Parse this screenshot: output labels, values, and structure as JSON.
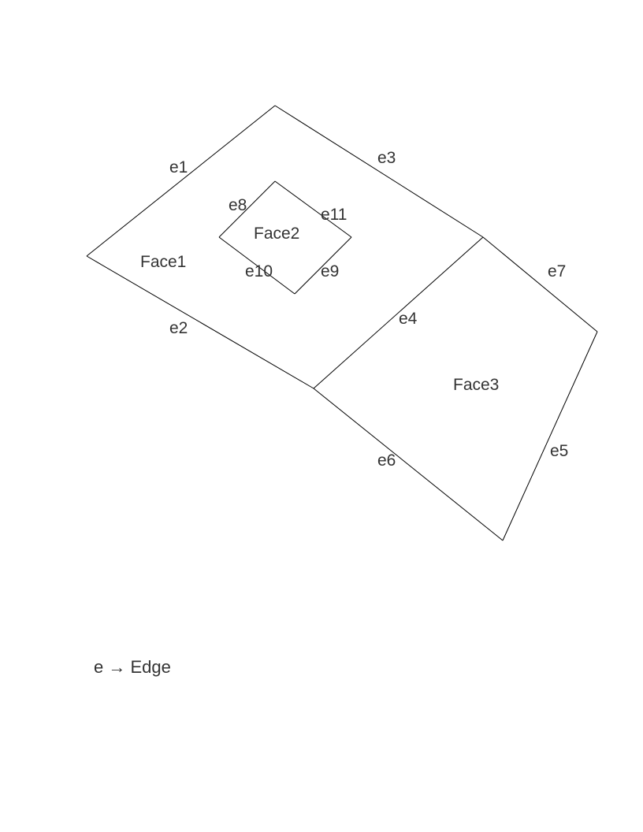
{
  "diagram": {
    "faces": [
      {
        "id": "face1",
        "label": "Face1"
      },
      {
        "id": "face2",
        "label": "Face2"
      },
      {
        "id": "face3",
        "label": "Face3"
      }
    ],
    "edges": [
      {
        "id": "e1",
        "label": "e1"
      },
      {
        "id": "e2",
        "label": "e2"
      },
      {
        "id": "e3",
        "label": "e3"
      },
      {
        "id": "e4",
        "label": "e4"
      },
      {
        "id": "e5",
        "label": "e5"
      },
      {
        "id": "e6",
        "label": "e6"
      },
      {
        "id": "e7",
        "label": "e7"
      },
      {
        "id": "e8",
        "label": "e8"
      },
      {
        "id": "e9",
        "label": "e9"
      },
      {
        "id": "e10",
        "label": "e10"
      },
      {
        "id": "e11",
        "label": "e11"
      }
    ],
    "stroke_color": "#000000",
    "text_color": "#333333"
  },
  "legend": {
    "text": "e → Edge"
  }
}
